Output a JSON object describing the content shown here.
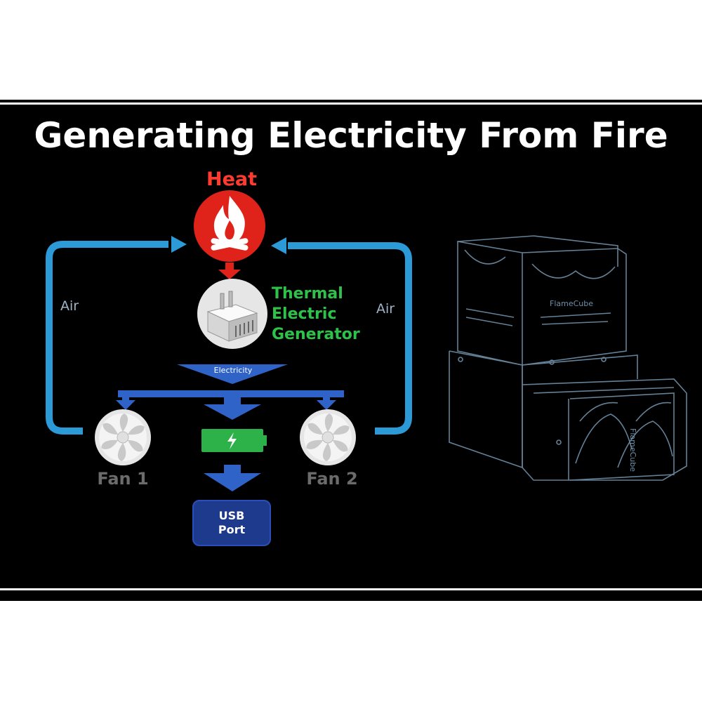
{
  "title": "Generating Electricity From Fire",
  "nodes": {
    "heat": "Heat",
    "generator": "Thermal\nElectric\nGenerator",
    "electricity": "Electricity",
    "fan1": "Fan 1",
    "fan2": "Fan 2",
    "usb": "USB\nPort"
  },
  "flows": {
    "air_left": "Air",
    "air_right": "Air"
  },
  "product_brand": "FlameCube",
  "colors": {
    "background": "#000000",
    "heat": "#ff3b30",
    "generator_text": "#2ec24a",
    "air_loop": "#2b9ad6",
    "electric_flow": "#2f63c8",
    "battery": "#2db24a",
    "usb": "#1d3a8c",
    "fan": "#e6e6e6"
  },
  "icons": {
    "heat": "flame-icon",
    "generator": "plug-module-icon",
    "fans": "fan-icon",
    "battery": "charging-battery-icon"
  }
}
